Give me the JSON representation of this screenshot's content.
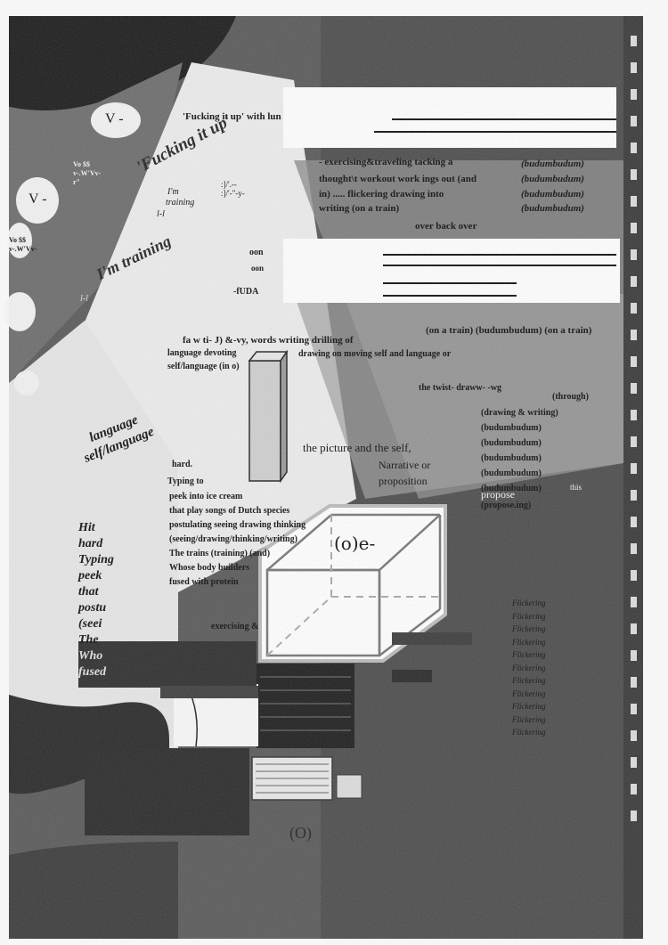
{
  "collage": {
    "fucking_header": "'Fucking it up' with lun",
    "fucking_big": "'Fucking it up'",
    "vo_left_1": "V -",
    "vo_left_2": "V -",
    "vo_small_1": "Vo $$",
    "vo_small_2": "v-.W'Vv-",
    "vo_small_3": "r\"",
    "vo_small_4": "Vo $$",
    "vo_small_5": "v-.W'Vv-",
    "im_training": "I'm training",
    "im_training_small": "I'm",
    "training_small": "training",
    "l_l": "l-l",
    "symbols_1": ":]/'.--",
    "symbols_2": ":]/'-\"-y-",
    "oon_1": "oon",
    "oon_2": "oon",
    "fuda": "-fUDA",
    "exercising": "- exercising&traveling tacking a",
    "thought": "thought\\t workout work ings out (and",
    "flickering": "in) ..... flickering drawing into",
    "writing": "writing (on a train)",
    "over_back": "over back over",
    "bud_1": "(budumbudum)",
    "bud_2": "(budumbudum)",
    "bud_3": "(budumbudum)",
    "bud_4": "(budumbudum)",
    "on_a_train": "(on a train) (budumbudum) (on a train)",
    "words_line": "fa w ti- J) &-vy, words writing drilling of",
    "language_devoting": "language devoting",
    "drawing_self": "drawing on moving self and language or",
    "self_language": "self/language (in o)",
    "language_big": "language",
    "self_language_big": "self/language",
    "the_twist": "the twist- draww- -wg",
    "through": "(through)",
    "drawing_writing": "(drawing & writing)",
    "bud_5": "(budumbudum)",
    "bud_6": "(budumbudum)",
    "bud_7": "(budumbudum)",
    "bud_8": "(budumbudum)",
    "bud_9": "(budumbudum)",
    "propose": "(propose.ing)",
    "picture_self": "the picture and the self,",
    "narrative": "Narrative or",
    "proposition": "proposition",
    "propose_word": "propose",
    "this": "this",
    "hard": "hard.",
    "typing_to": "Typing to",
    "peek": "peek into ice cream",
    "play_songs": "that play songs of Dutch species",
    "postulating": "postulating seeing drawing thinking",
    "seeing_drawing": "(seeing/drawing/thinking/writing)",
    "trains": "The trains (training) (and)",
    "whose_body": "Whose body builders",
    "fused": "fused with protein",
    "exercising_2": "exercising &",
    "hit_big": "Hit",
    "hard_big": "hard",
    "typing_big": "Typing",
    "peek_big": "peek",
    "that_big": "that",
    "post_big": "postu",
    "seei_big": "(seei",
    "the_big": "The",
    "who_big": "Who",
    "fused_big": "fused",
    "oe": "(o)e-",
    "o_bottom": "(O)",
    "flickering_items": [
      "Flickering",
      "Flickering",
      "Flickering",
      "Flickering",
      "Flickering",
      "Flickering",
      "Flickering",
      "Flickering",
      "Flickering",
      "Flickering",
      "Flickering"
    ]
  },
  "colors": {
    "paper": "#f4f4f4",
    "graphite_dark": "#2e2e2e",
    "graphite_mid": "#6b6b6b",
    "graphite_light": "#9a9a9a",
    "ink": "#1a1a1a"
  }
}
